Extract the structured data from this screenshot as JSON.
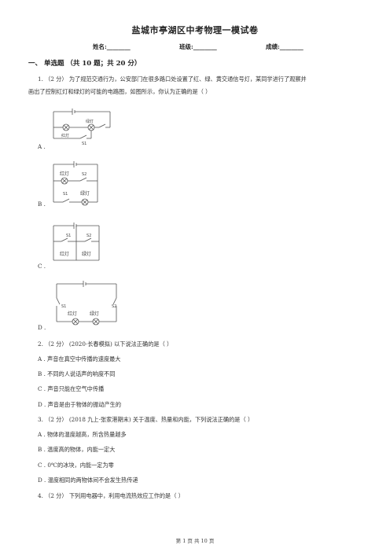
{
  "title": "盐城市亭湖区中考物理一模试卷",
  "info": {
    "name": "姓名:________",
    "class": "班级:________",
    "score": "成绩:________"
  },
  "section1": "一、  单选题 （共 10 题；共 20 分）",
  "q1": {
    "line1": "1.  （2 分）  为了规范交通行为，公安部门在很多路口处设置了红、绿、黄交通信号灯，某同学进行了观察并",
    "line2": "画出了控制红灯和绿灯的可能的电路图，如图所示，你认为正确的是（      ）",
    "options": [
      "A .",
      "B .",
      "C .",
      "D ."
    ],
    "labels": {
      "red": "红灯",
      "green": "绿灯",
      "s1": "S1",
      "s2": "S2",
      "a_red": "红灯",
      "a_green": "绿灯"
    }
  },
  "q2": {
    "stem": "2.  （2 分）  (2020·长春模拟) 以下说法正确的是（      ）",
    "options": [
      "A . 声音在真空中传播的速度最大",
      "B . 不同的人说话声的响度不同",
      "C . 声音只能在空气中传播",
      "D . 声音是由于物体的振动产生的"
    ]
  },
  "q3": {
    "stem": "3.  （2 分）  (2018 九上·张家港期末) 关于温度、热量和内能，下列说法正确的是（      ）",
    "options": [
      "A . 物体的温度越高，所含热量越多",
      "B . 温度高的物体，内能一定大",
      "C . 0℃的冰块，内能一定为零",
      "D . 温度相同的两物体间不会发生热传递"
    ]
  },
  "q4": {
    "stem": "4.  （2 分）  下列用电器中，利用电流热效应工作的是（      ）"
  },
  "footer": "第 1 页 共 10 页"
}
